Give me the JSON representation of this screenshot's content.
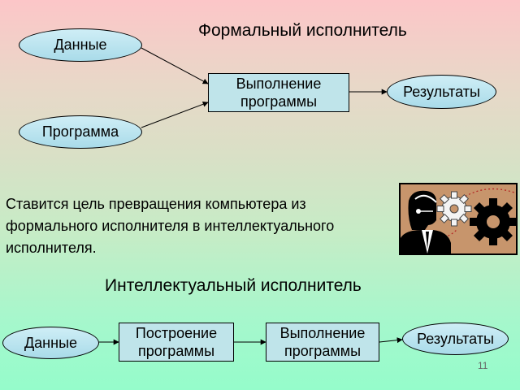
{
  "formal": {
    "title": "Формальный исполнитель",
    "data_label": "Данные",
    "program_label": "Программа",
    "execution_line1": "Выполнение",
    "execution_line2": "программы",
    "results_label": "Результаты"
  },
  "paragraph": {
    "line1": "Ставится цель превращения компьютера из",
    "line2": "формального исполнителя в интеллектуального",
    "line3": "исполнителя."
  },
  "intellectual": {
    "title": "Интеллектуальный исполнитель",
    "data_label": "Данные",
    "build_line1": "Построение",
    "build_line2": "программы",
    "execution_line1": "Выполнение",
    "execution_line2": "программы",
    "results_label": "Результаты"
  },
  "page_number": "11",
  "colors": {
    "node_fill": "#bfe4ea",
    "picture_background": "#c7956c",
    "gear": "#000000"
  },
  "icons": [
    "person-with-gears-icon"
  ]
}
